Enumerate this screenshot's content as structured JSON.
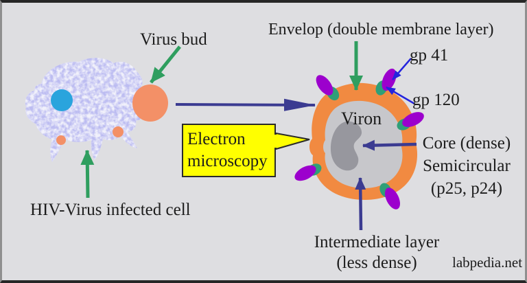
{
  "diagram": {
    "labels": {
      "virus_bud": "Virus bud",
      "envelope": "Envelop (double membrane layer)",
      "gp41": "gp 41",
      "gp120": "gp 120",
      "viron": "Viron",
      "core_line1": "Core (dense)",
      "core_line2": "Semicircular",
      "core_line3": "(p25, p24)",
      "intermediate_line1": "Intermediate layer",
      "intermediate_line2": "(less dense)",
      "infected_cell": "HIV-Virus infected cell",
      "electron_line1": "Electron",
      "electron_line2": "microscopy",
      "watermark": "labpedia.net"
    },
    "colors": {
      "background": "#dedee1",
      "envelope_orange": "#f18a41",
      "bud_orange": "#f39067",
      "intermediate_gray": "#c7c7cb",
      "core_gray": "#97979e",
      "spike_head_purple": "#9c00cd",
      "spike_stalk_green": "#2f9f78",
      "arrow_green": "#2f9e5f",
      "arrow_navy": "#3b3b91",
      "arrow_blue": "#2424dd",
      "callout_yellow": "#ffff00",
      "cell_texture_blue": "#8080e0",
      "cell_base": "#f1f1fb",
      "nucleus_cyan": "#2aa4dd",
      "text_color": "#1c1c1c"
    }
  }
}
